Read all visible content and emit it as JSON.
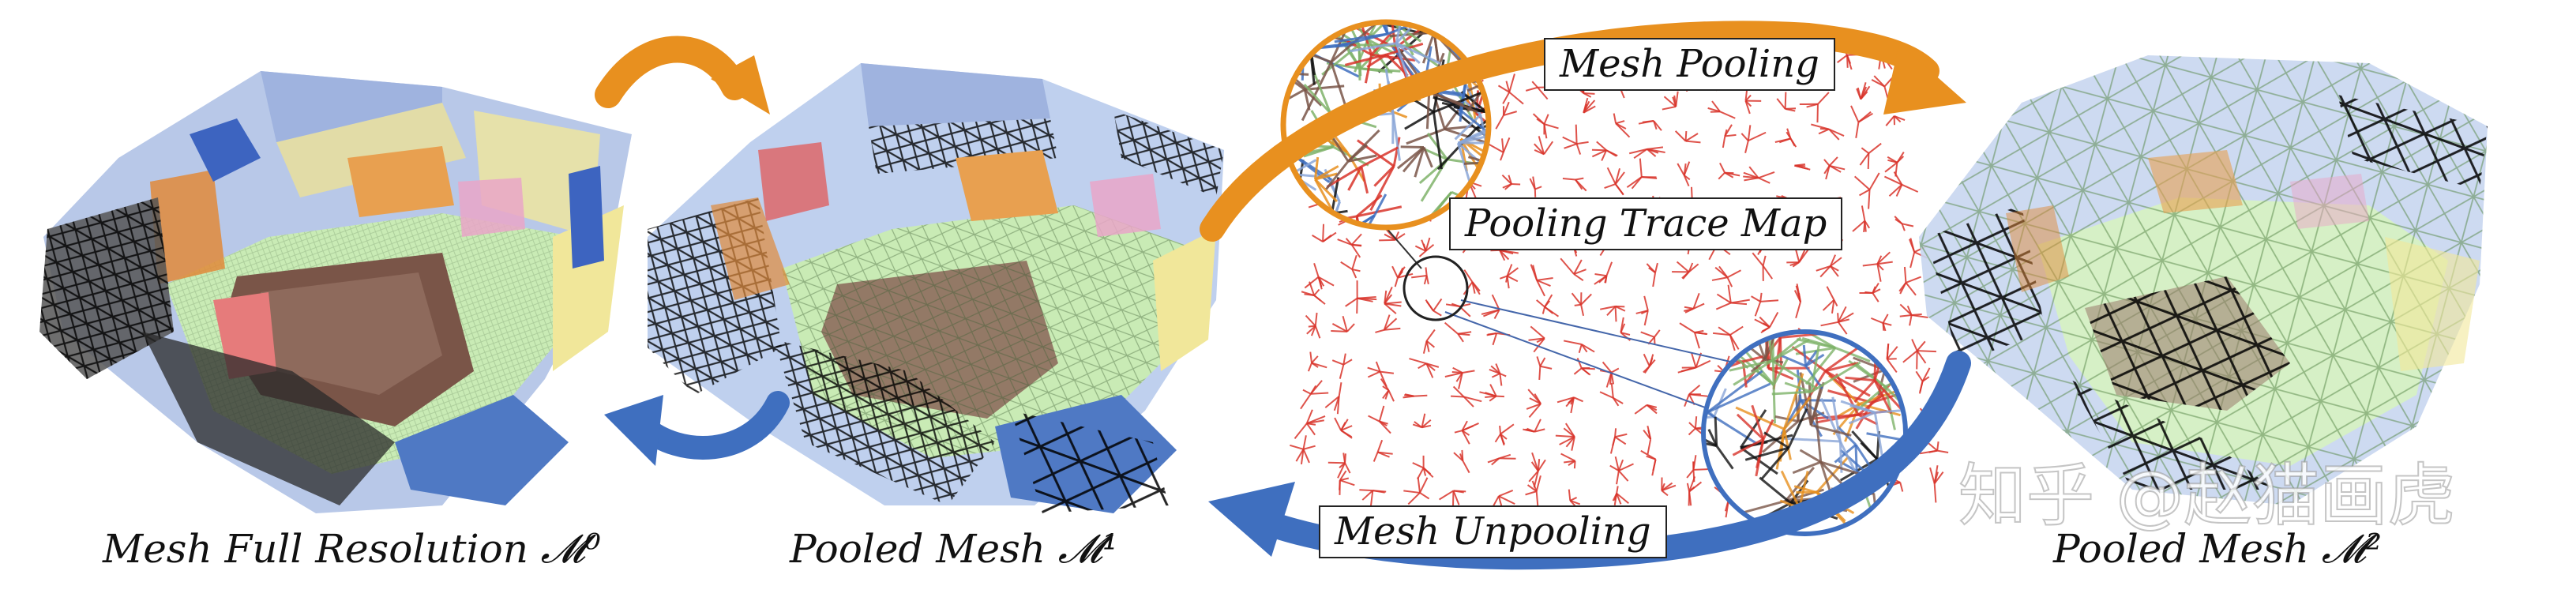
{
  "captions": {
    "full_resolution": "Mesh Full Resolution 𝓜⁰",
    "pooled_1": "Pooled Mesh 𝓜¹",
    "pooled_2": "Pooled Mesh 𝓜²"
  },
  "labels": {
    "mesh_pooling": "Mesh Pooling",
    "trace_map": "Pooling Trace Map",
    "mesh_unpooling": "Mesh Unpooling"
  },
  "watermark": "知乎 @赵猫画虎",
  "colors": {
    "pooling_arrow": "#E8901F",
    "unpooling_arrow": "#3F6FBF",
    "floor": "#C9EBB5",
    "wall": "#B8C8E8",
    "furniture_dark": "#7A5548",
    "trace_map": "#D9342B",
    "wire_black": "#111111"
  },
  "icons": [
    "orange-curved-arrow-icon",
    "blue-curved-arrow-icon",
    "magnifier-circle-icon"
  ]
}
